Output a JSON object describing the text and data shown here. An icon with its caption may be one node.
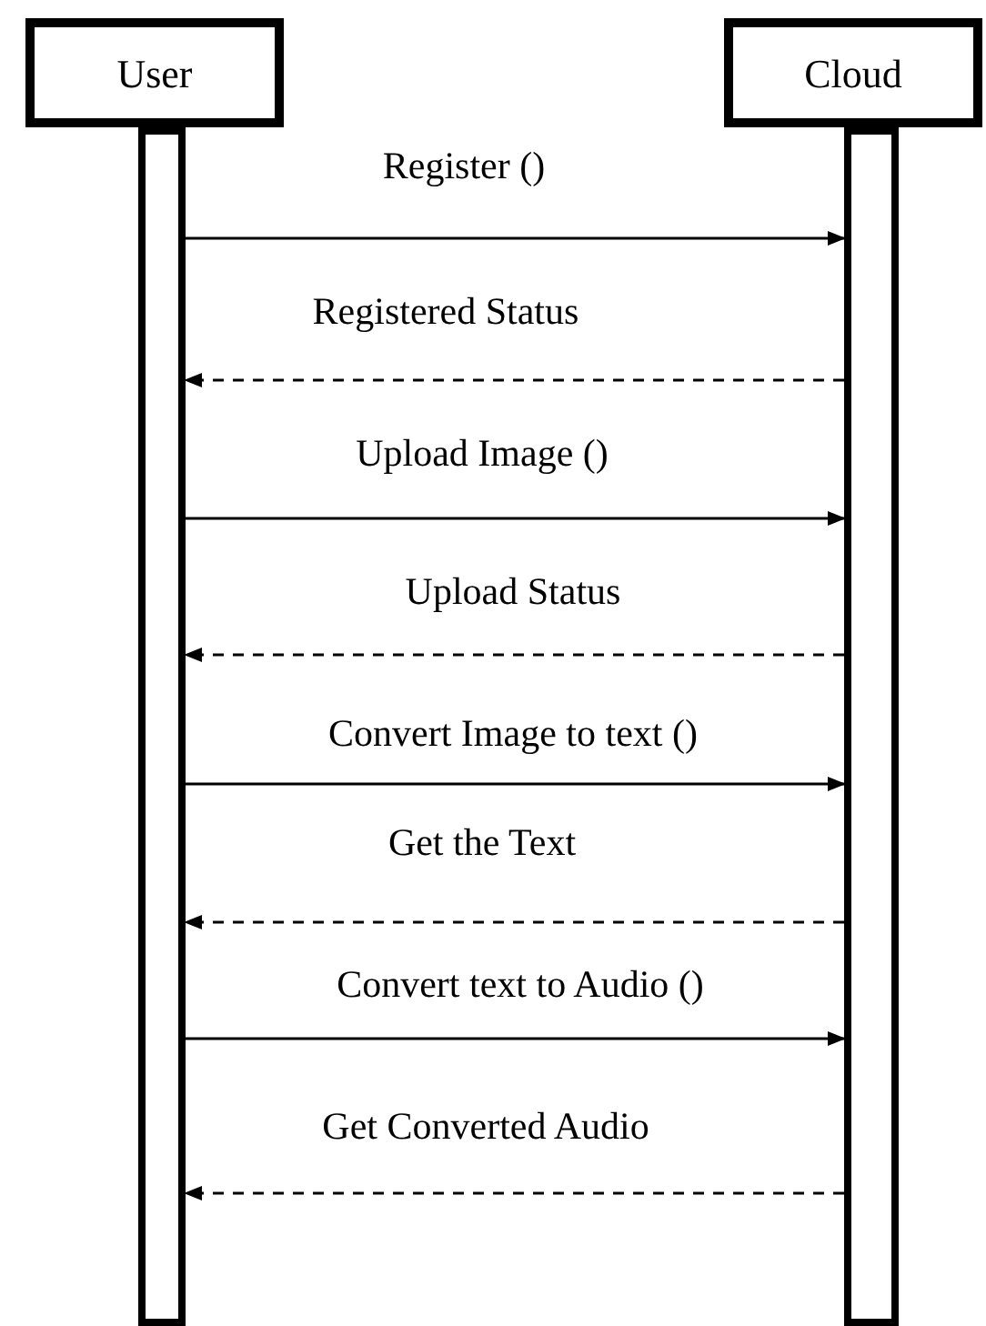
{
  "diagram": {
    "nodes": [
      {
        "text": [
          "User"
        ]
      },
      {
        "text": [
          "Cloud"
        ]
      },
      {
        "text": [],
        "shape": "bar"
      },
      {
        "text": [],
        "shape": "bar"
      }
    ],
    "edges": [
      {
        "from": 2,
        "to": 3,
        "arrow": "to",
        "label": "Register ()"
      },
      {
        "from": 3,
        "to": 2,
        "arrow": "to",
        "label": "Registered Status",
        "style": "dashed"
      },
      {
        "from": 2,
        "to": 3,
        "arrow": "to",
        "label": "Upload Image ()"
      },
      {
        "from": 3,
        "to": 2,
        "arrow": "to",
        "label": "Upload Status",
        "style": "dashed"
      },
      {
        "from": 2,
        "to": 3,
        "arrow": "to",
        "label": "Convert Image to text ()"
      },
      {
        "from": 3,
        "to": 2,
        "arrow": "to",
        "label": "Get the Text",
        "style": "dashed"
      },
      {
        "from": 2,
        "to": 3,
        "arrow": "to",
        "label": "Convert text to Audio ()"
      },
      {
        "from": 3,
        "to": 2,
        "arrow": "to",
        "label": "Get Converted Audio",
        "style": "dashed"
      }
    ]
  }
}
